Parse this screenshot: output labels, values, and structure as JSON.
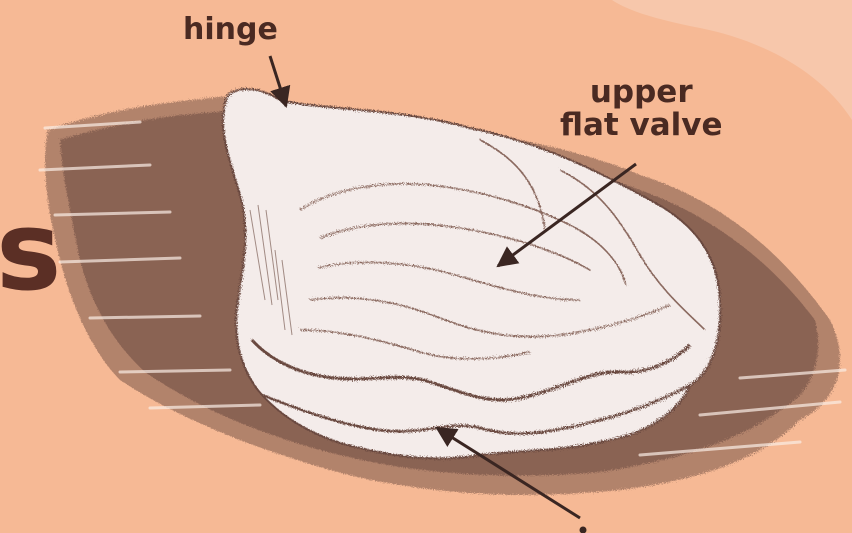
{
  "labels": {
    "hinge": "hinge",
    "upper_line1": "upper",
    "upper_line2": "flat valve",
    "edge_letter": "s"
  },
  "colors": {
    "background": "#f6b995",
    "corner_tint": "#f7c7ab",
    "label_text": "#4a2a22",
    "shell_shadow": "#6b4a40",
    "shell_body": "#f4ecea",
    "arrow": "#3a2622"
  },
  "icons": {
    "shell": "oyster-shell-illustration"
  }
}
